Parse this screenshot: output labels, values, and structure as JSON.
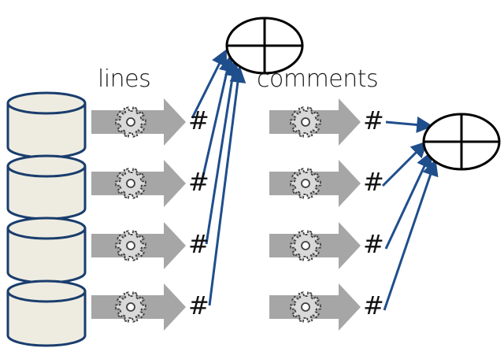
{
  "labels": {
    "lines": "lines",
    "comments": "comments"
  },
  "disks": 4,
  "map_stages": [
    {
      "outputs": [
        "#",
        "#",
        "#",
        "#"
      ]
    },
    {
      "outputs": [
        "#",
        "#",
        "#",
        "#"
      ]
    }
  ],
  "reducer_symbol": "⊕",
  "colors": {
    "disk_fill": "#eeece1",
    "disk_stroke": "#1a3d6d",
    "arrow_fill": "#a6a6a6",
    "gear_fill": "#d9d9d9",
    "gear_stroke": "#404040",
    "link_color": "#1f4e8c"
  }
}
